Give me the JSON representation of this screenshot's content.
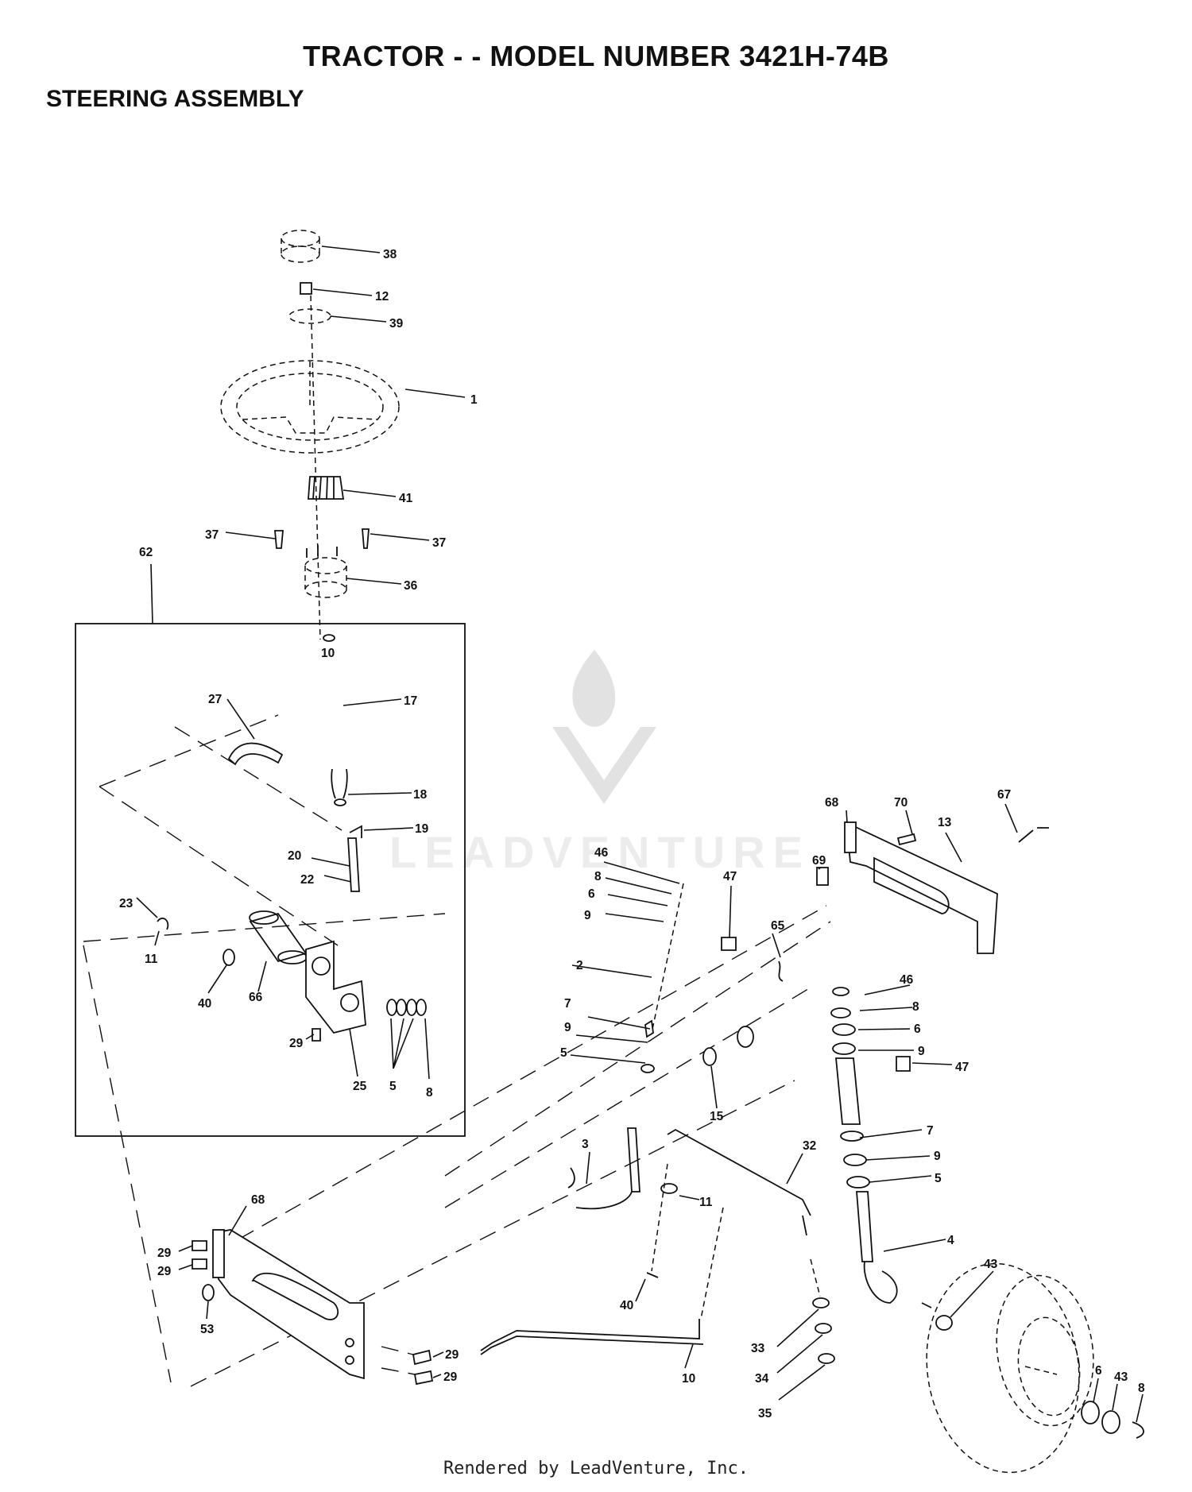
{
  "title": "TRACTOR - - MODEL NUMBER 3421H-74B",
  "subtitle": "STEERING ASSEMBLY",
  "footer": "Rendered by LeadVenture, Inc.",
  "watermark": "LEADVENTURE",
  "callouts": [
    "38",
    "12",
    "39",
    "1",
    "41",
    "37",
    "37",
    "36",
    "62",
    "10",
    "27",
    "17",
    "18",
    "19",
    "20",
    "22",
    "23",
    "11",
    "40",
    "66",
    "29",
    "25",
    "5",
    "8",
    "46",
    "8",
    "6",
    "9",
    "2",
    "7",
    "9",
    "5",
    "3",
    "47",
    "65",
    "15",
    "68",
    "70",
    "67",
    "13",
    "69",
    "46",
    "8",
    "6",
    "9",
    "47",
    "7",
    "9",
    "5",
    "32",
    "11",
    "4",
    "40",
    "43",
    "68",
    "29",
    "29",
    "53",
    "29",
    "29",
    "10",
    "33",
    "34",
    "35",
    "6",
    "43",
    "8"
  ]
}
